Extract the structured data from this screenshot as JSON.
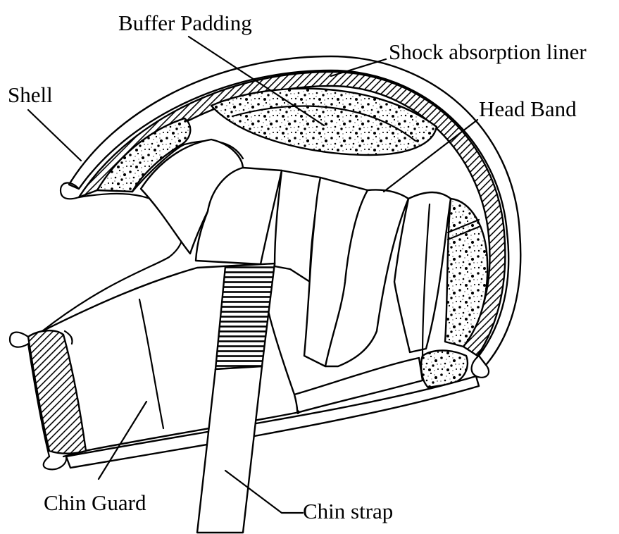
{
  "labels": {
    "buffer_padding": "Buffer Padding",
    "shock_absorption_liner": "Shock absorption liner",
    "shell": "Shell",
    "head_band": "Head Band",
    "chin_guard": "Chin Guard",
    "chin_strap": "Chin strap"
  },
  "colors": {
    "ink": "#000000",
    "background": "#ffffff"
  }
}
